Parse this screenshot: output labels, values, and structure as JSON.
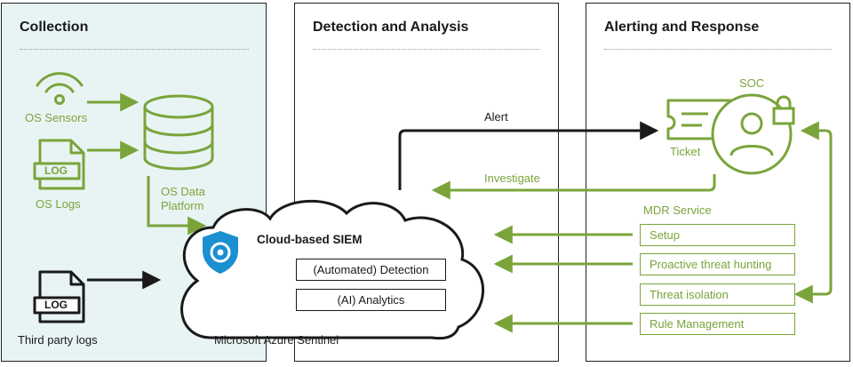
{
  "panels": {
    "collection": "Collection",
    "detection": "Detection and Analysis",
    "alerting": "Alerting and Response"
  },
  "collection": {
    "os_sensors": "OS Sensors",
    "os_logs": "OS Logs",
    "log_icon_text": "LOG",
    "platform_line1": "OS Data",
    "platform_line2": "Platform",
    "third_party": "Third party logs"
  },
  "siem": {
    "title": "Cloud-based SIEM",
    "detection": "(Automated) Detection",
    "analytics": "(AI) Analytics",
    "caption": "Microsoft Azure Sentinel"
  },
  "flows": {
    "alert": "Alert",
    "investigate": "Investigate"
  },
  "response": {
    "soc": "SOC",
    "ticket": "Ticket",
    "mdr": "MDR Service",
    "services": [
      "Setup",
      "Proactive threat hunting",
      "Threat isolation",
      "Rule Management"
    ]
  },
  "colors": {
    "accent_green": "#7aa43a",
    "collection_bg": "#e8f4f4",
    "dark": "#1a1a1a",
    "shield_blue": "#1b8fd0"
  },
  "icons": [
    "wifi-sensor-icon",
    "log-file-icon",
    "database-icon",
    "shield-icon",
    "ticket-icon",
    "user-icon",
    "lock-icon"
  ]
}
